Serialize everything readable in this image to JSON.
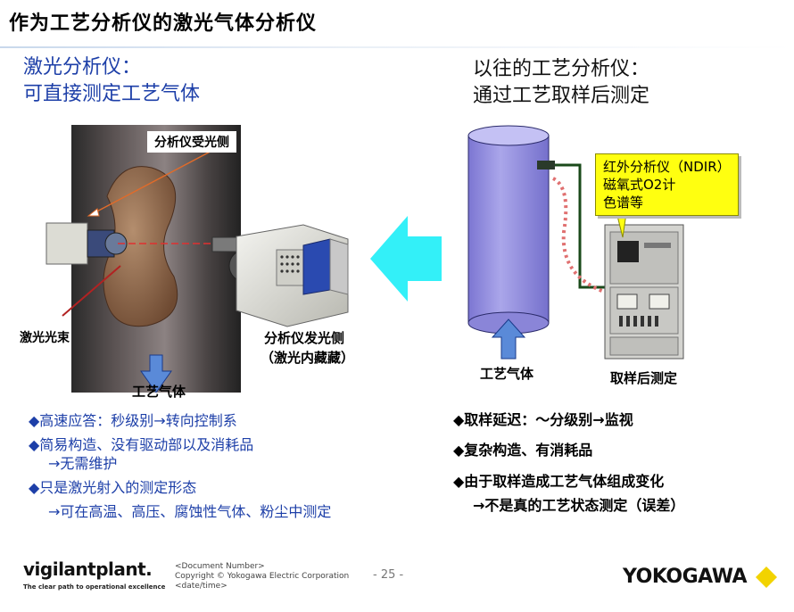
{
  "title": "作为工艺分析仪的激光气体分析仪",
  "left": {
    "heading_line1": "激光分析仪：",
    "heading_line2": "可直接测定工艺气体",
    "labels": {
      "receiver": "分析仪受光侧",
      "laser_beam": "激光光束",
      "emitter_line1": "分析仪发光侧",
      "emitter_line2": "（激光内藏藏）",
      "process_gas": "工艺气体"
    },
    "bullets": [
      "◆高速应答：秒级别→转向控制系",
      "◆简易构造、没有驱动部以及消耗品",
      "→无需维护",
      "◆只是激光射入的测定形态",
      "→可在高温、高压、腐蚀性气体、粉尘中测定"
    ]
  },
  "right": {
    "heading_line1": "以往的工艺分析仪：",
    "heading_line2": "通过工艺取样后测定",
    "callout": [
      "红外分析仪（NDIR）",
      "磁氧式O2计",
      "色谱等"
    ],
    "labels": {
      "process_gas": "工艺气体",
      "sampling": "取样后测定"
    },
    "bullets": [
      "◆取样延迟：～分级别→监视",
      "◆复杂构造、有消耗品",
      "◆由于取样造成工艺气体组成变化",
      "→不是真的工艺状态测定（误差）"
    ]
  },
  "footer": {
    "brand": "vigilantplant.",
    "tagline": "The clear path to operational excellence",
    "doc_line1": "<Document  Number>",
    "doc_line2": "Copyright © Yokogawa Electric Corporation",
    "doc_line3": "<date/time>",
    "page": "- 25 -",
    "company": "YOKOGAWA"
  },
  "colors": {
    "accent_blue": "#1d3fa8",
    "cyan_arrow": "#33f0f8",
    "cylinder": "#9a95e0",
    "callout": "#ffff10",
    "logo_diamond": "#f2d300"
  }
}
